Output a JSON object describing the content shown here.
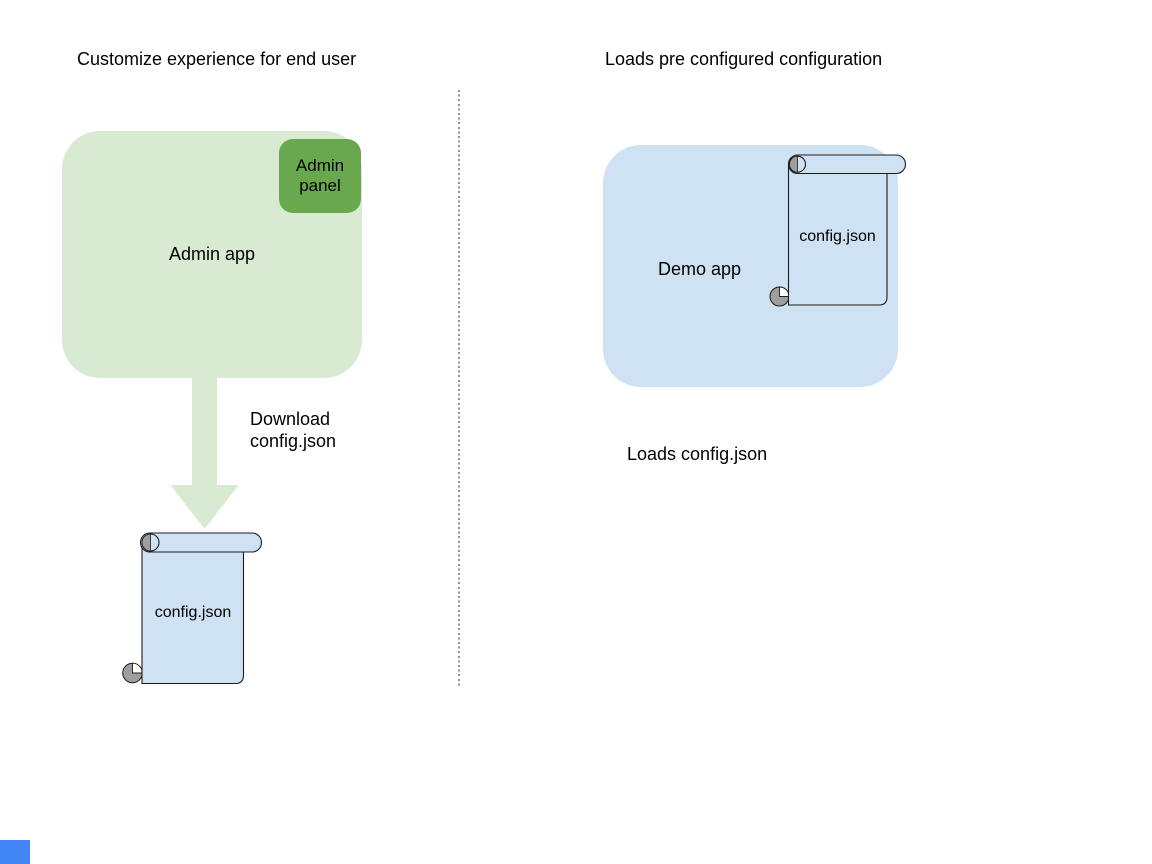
{
  "left_section": {
    "header": "Customize experience for end user",
    "admin_app_label": "Admin app",
    "admin_panel_label": "Admin panel",
    "arrow_label": "Download\nconfig.json",
    "config_file_label": "config.json"
  },
  "right_section": {
    "header": "Loads pre configured configuration",
    "demo_app_label": "Demo app",
    "config_file_label": "config.json",
    "caption": "Loads config.json"
  },
  "colors": {
    "admin_app_fill": "#d9ead3",
    "admin_panel_fill": "#6aa84f",
    "arrow_fill": "#d9ead3",
    "demo_app_fill": "#cfe2f3",
    "scroll_fill": "#cfe2f3",
    "scroll_stroke": "#1c1c1c",
    "curl_gray": "#9e9e9e",
    "divider_color": "#949494",
    "corner_square": "#4285f4",
    "text_color": "#000000"
  }
}
